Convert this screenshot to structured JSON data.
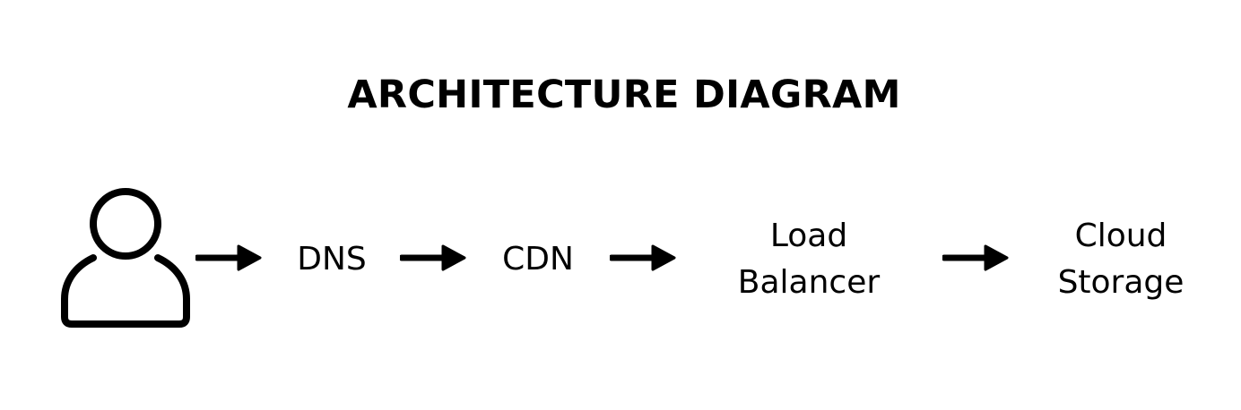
{
  "title": "ARCHITECTURE DIAGRAM",
  "nodes": [
    {
      "icon": "user-icon"
    },
    {
      "label": "DNS"
    },
    {
      "label": "CDN"
    },
    {
      "label_lines": [
        "Load",
        "Balancer"
      ]
    },
    {
      "label_lines": [
        "Cloud",
        "Storage"
      ]
    }
  ],
  "edges": [
    {
      "from": "user",
      "to": "DNS"
    },
    {
      "from": "DNS",
      "to": "CDN"
    },
    {
      "from": "CDN",
      "to": "Load Balancer"
    },
    {
      "from": "Load Balancer",
      "to": "Cloud Storage"
    }
  ],
  "colors": {
    "background": "#ffffff",
    "ink": "#000000"
  }
}
